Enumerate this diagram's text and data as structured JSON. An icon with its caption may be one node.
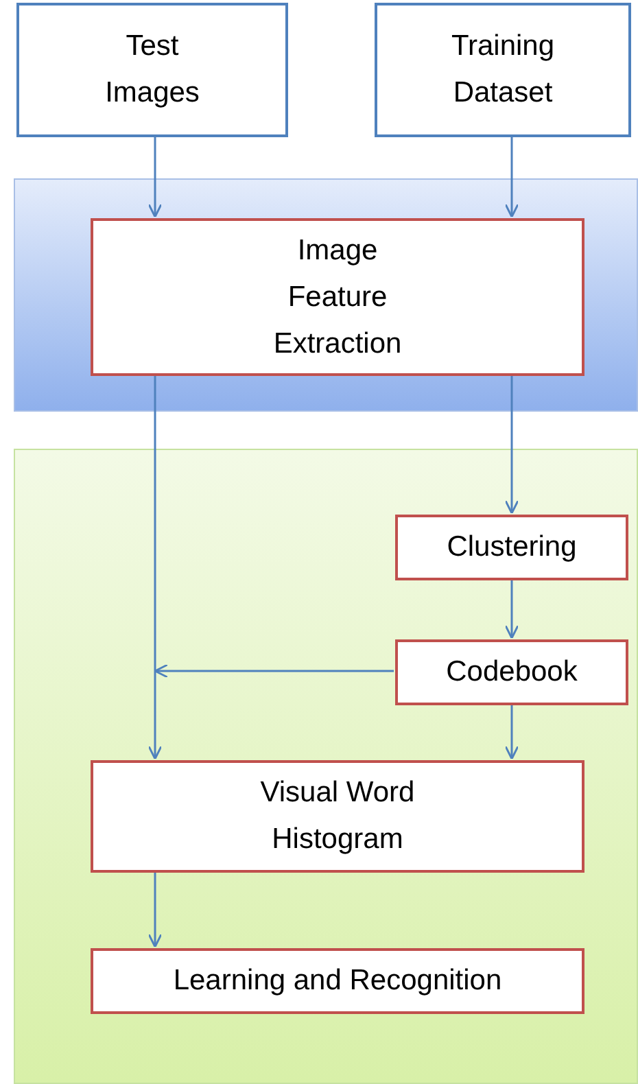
{
  "diagram": {
    "nodes": [
      {
        "text": [
          "Test Images"
        ]
      },
      {
        "text": [
          "Training Dataset"
        ]
      },
      {
        "text": [],
        "shape": "box"
      },
      {
        "text": [
          "Image Feature Extraction"
        ],
        "in": 2
      },
      {
        "text": [],
        "shape": "box"
      },
      {
        "text": [
          "Clustering"
        ],
        "in": 4
      },
      {
        "text": [
          "Codebook"
        ],
        "in": 4
      },
      {
        "text": [
          "Visual Word Histogram"
        ],
        "in": 4
      },
      {
        "text": [
          "Learning and Recognition"
        ],
        "in": 4
      }
    ],
    "edges": [
      {
        "from": 0,
        "to": 3,
        "arrow": "to"
      },
      {
        "from": 1,
        "to": 3,
        "arrow": "to"
      },
      {
        "from": 3,
        "to": 7,
        "arrow": "to"
      },
      {
        "from": 3,
        "to": 5,
        "arrow": "to"
      },
      {
        "from": 5,
        "to": 6,
        "arrow": "to"
      },
      {
        "from": 6,
        "to": null,
        "arrow": "to"
      },
      {
        "from": 6,
        "to": 7,
        "arrow": "to"
      },
      {
        "from": 7,
        "to": 8,
        "arrow": "to"
      }
    ]
  }
}
